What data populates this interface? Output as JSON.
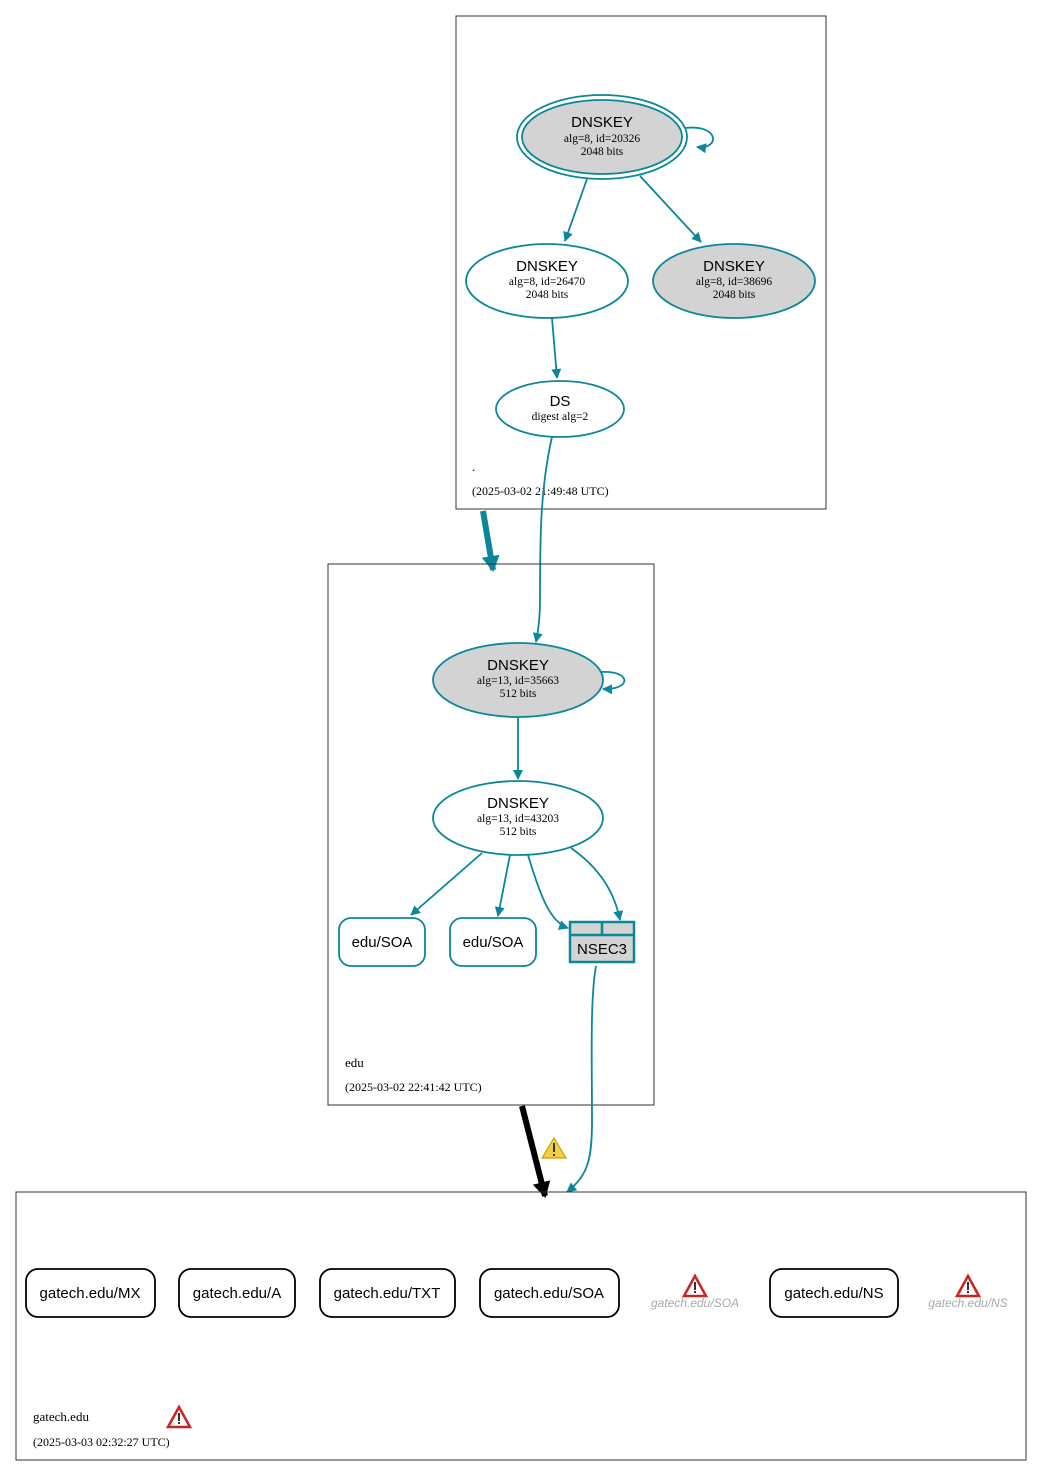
{
  "zones": {
    "root": {
      "name": ".",
      "timestamp": "(2025-03-02 21:49:48 UTC)"
    },
    "edu": {
      "name": "edu",
      "timestamp": "(2025-03-02 22:41:42 UTC)"
    },
    "gatech": {
      "name": "gatech.edu",
      "timestamp": "(2025-03-03 02:32:27 UTC)"
    }
  },
  "nodes": {
    "root_ksk": {
      "title": "DNSKEY",
      "line1": "alg=8, id=20326",
      "line2": "2048 bits"
    },
    "root_zsk": {
      "title": "DNSKEY",
      "line1": "alg=8, id=26470",
      "line2": "2048 bits"
    },
    "root_key3": {
      "title": "DNSKEY",
      "line1": "alg=8, id=38696",
      "line2": "2048 bits"
    },
    "edu_ds": {
      "title": "DS",
      "line1": "digest alg=2"
    },
    "edu_ksk": {
      "title": "DNSKEY",
      "line1": "alg=13, id=35663",
      "line2": "512 bits"
    },
    "edu_zsk": {
      "title": "DNSKEY",
      "line1": "alg=13, id=43203",
      "line2": "512 bits"
    },
    "edu_soa_1": {
      "label": "edu/SOA"
    },
    "edu_soa_2": {
      "label": "edu/SOA"
    },
    "edu_nsec3": {
      "label": "NSEC3"
    }
  },
  "rrsets": {
    "mx": "gatech.edu/MX",
    "a": "gatech.edu/A",
    "txt": "gatech.edu/TXT",
    "soa": "gatech.edu/SOA",
    "soa_err": "gatech.edu/SOA",
    "ns": "gatech.edu/NS",
    "ns_err": "gatech.edu/NS"
  },
  "colors": {
    "teal": "#0a879a",
    "secure_fill": "#d3d3d3",
    "insecure": "#000000",
    "error_red": "#cc2222",
    "warning_yellow": "#f4d03f",
    "faded_text": "#a8a8a8"
  },
  "icons": {
    "delegation_warning": "warning-triangle-icon",
    "error": "error-triangle-icon"
  }
}
